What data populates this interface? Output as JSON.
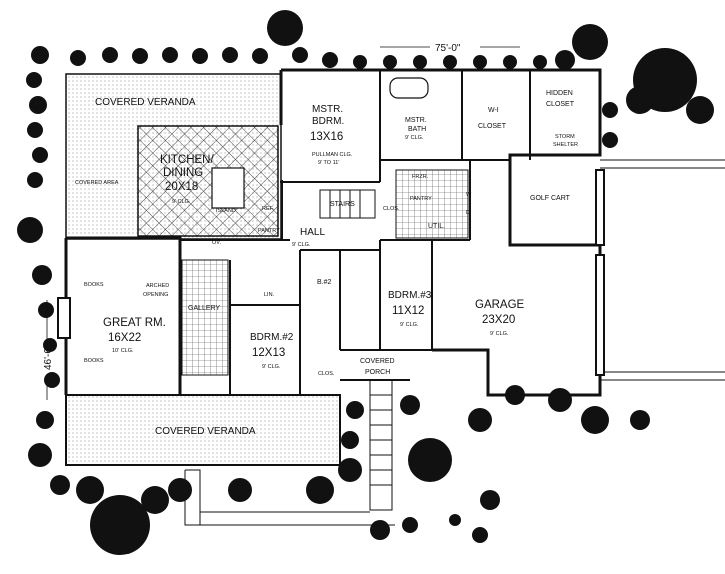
{
  "dimensions": {
    "width": "75'-0\"",
    "depth": "46'-6\""
  },
  "rooms": {
    "covered_veranda_top": "COVERED VERANDA",
    "covered_area": "COVERED AREA",
    "kitchen_name": "KITCHEN/",
    "dining_name": "DINING",
    "kitchen_size": "20X18",
    "kitchen_clg": "9' CLG.",
    "island": "ISLAND",
    "ref": "REF.",
    "pantry": "PANTRY",
    "ov": "OV.",
    "mstr_bdrm_name": "MSTR.",
    "mstr_bdrm_name2": "BDRM.",
    "mstr_bdrm_size": "13X16",
    "mstr_bdrm_clg": "PULLMAN CLG.",
    "mstr_bdrm_clg2": "9' TO 11'",
    "mstr_bath_name": "MSTR.",
    "mstr_bath_name2": "BATH",
    "mstr_bath_clg": "9' CLG.",
    "wi_closet": "W-I",
    "wi_closet2": "CLOSET",
    "hidden_closet": "HIDDEN",
    "hidden_closet2": "CLOSET",
    "storm_shelter": "STORM",
    "storm_shelter2": "SHELTER",
    "golf_cart": "GOLF CART",
    "stairs": "STAIRS",
    "clos": "CLOS.",
    "pantry2": "PANTRY",
    "util": "UTIL.",
    "frzr": "FRZR.",
    "w": "W",
    "d": "D",
    "hall": "HALL",
    "hall_clg": "9' CLG.",
    "great_rm": "GREAT RM.",
    "great_rm_size": "16X22",
    "great_rm_clg": "10' CLG.",
    "books_top": "BOOKS",
    "books_bottom": "BOOKS",
    "arched": "ARCHED",
    "arched2": "OPENING",
    "lin": "LIN.",
    "gallery": "GALLERY",
    "bdrm2": "BDRM.#2",
    "bdrm2_size": "12X13",
    "bdrm2_clg": "9' CLG.",
    "bath2": "B.#2",
    "bdrm3": "BDRM.#3",
    "bdrm3_size": "11X12",
    "bdrm3_clg": "9' CLG.",
    "clos2": "CLOS.",
    "covered_porch": "COVERED",
    "covered_porch2": "PORCH",
    "garage": "GARAGE",
    "garage_size": "23X20",
    "garage_clg": "9' CLG.",
    "covered_veranda_bottom": "COVERED VERANDA"
  }
}
